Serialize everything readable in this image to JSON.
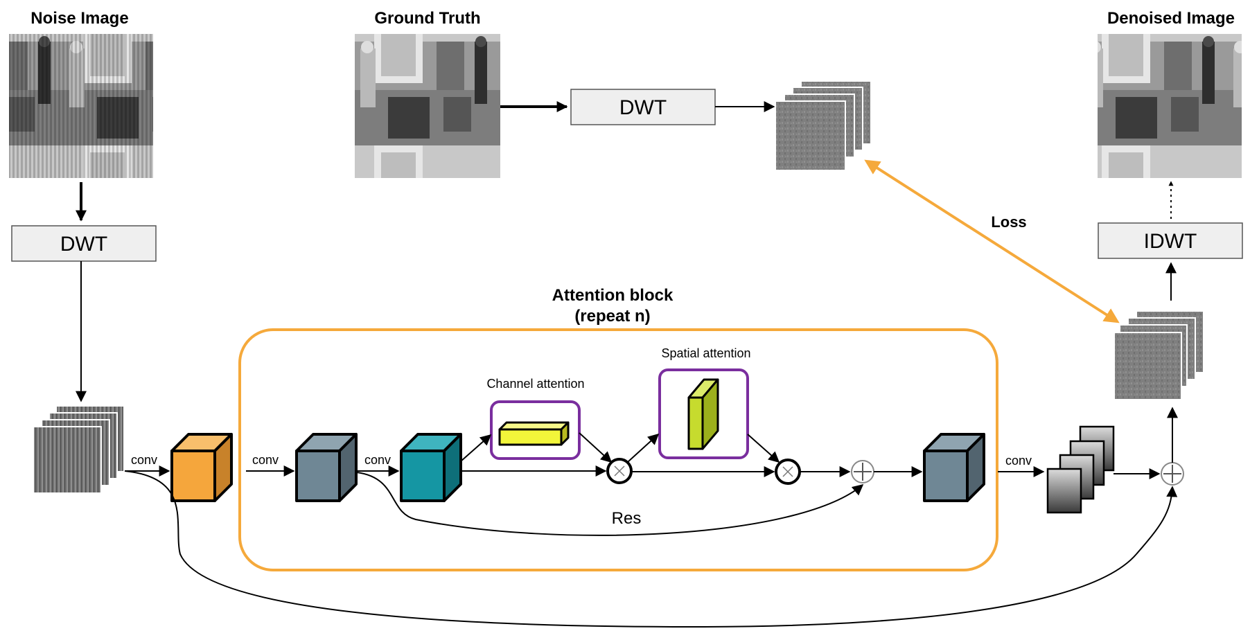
{
  "titles": {
    "noise_image": "Noise Image",
    "ground_truth": "Ground Truth",
    "denoised_image": "Denoised Image"
  },
  "blocks": {
    "dwt_left": "DWT",
    "dwt_top": "DWT",
    "idwt": "IDWT"
  },
  "attention_block": {
    "title_line1": "Attention block",
    "title_line2": "(repeat n)",
    "channel_attention": "Channel attention",
    "spatial_attention": "Spatial attention",
    "res": "Res"
  },
  "edge_labels": {
    "conv1": "conv",
    "conv2": "conv",
    "conv3": "conv",
    "conv4": "conv",
    "loss": "Loss"
  },
  "colors": {
    "attention_border": "#F5A93B",
    "loss_arrow": "#F5A93B",
    "attention_module_border": "#7A2E9E",
    "cube_orange": "#F5A63C",
    "cube_slate": "#6F8795",
    "cube_teal": "#1596A3",
    "channel_bar": "#F2F53A",
    "spatial_bar": "#C6DB2E"
  }
}
